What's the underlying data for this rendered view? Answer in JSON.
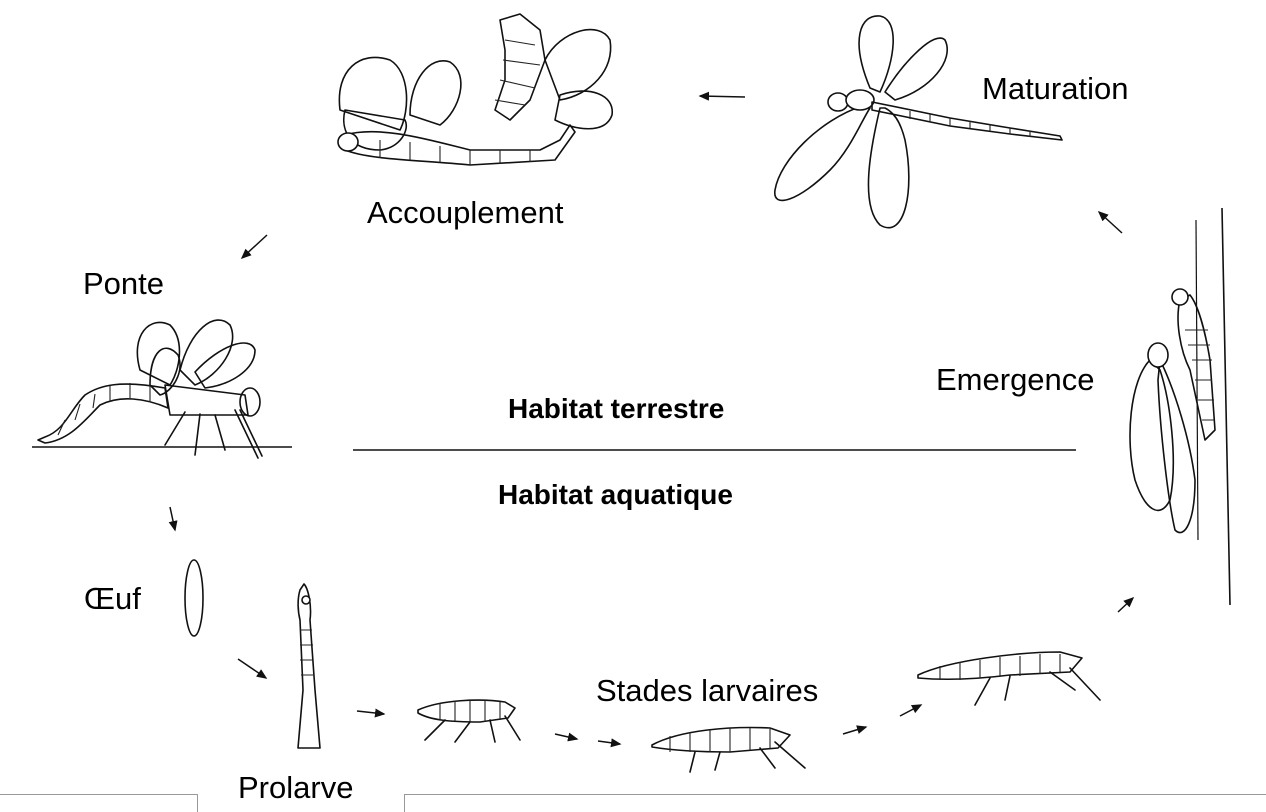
{
  "stages": {
    "maturation": "Maturation",
    "accouplement": "Accouplement",
    "ponte": "Ponte",
    "emergence": "Emergence",
    "oeuf": "Œuf",
    "prolarve": "Prolarve",
    "stades_larvaires": "Stades larvaires"
  },
  "habitats": {
    "terrestre": "Habitat terrestre",
    "aquatique": "Habitat aquatique"
  }
}
